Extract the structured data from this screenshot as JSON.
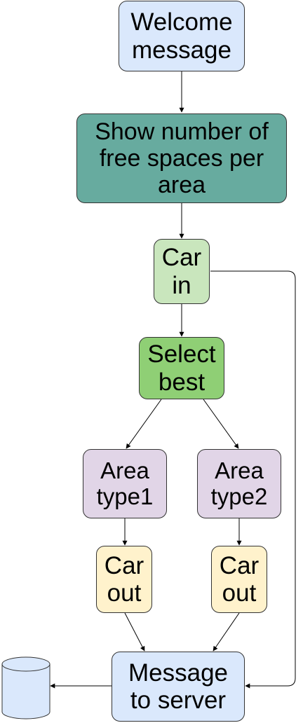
{
  "colors": {
    "blue_box": "#dae8fc",
    "teal_box": "#67ab9f",
    "light_green_box": "#d5e8d4",
    "green_box": "#97d077",
    "purple_box": "#e1d5e7",
    "yellow_box": "#fff2cc",
    "database": "#dae8fc",
    "stroke": "#333333",
    "edge": "#000000"
  },
  "nodes": {
    "welcome": {
      "text": "Welcome\nmessage",
      "color": "#dae8fc"
    },
    "free_spaces": {
      "text": "Show number of\nfree spaces per\narea",
      "color": "#67ab9f"
    },
    "car_in": {
      "text": "Car\nin",
      "color": "#c9e6bd"
    },
    "select_best": {
      "text": "Select\nbest",
      "color": "#8fcf75"
    },
    "area_type1": {
      "text": "Area\ntype1",
      "color": "#e1d5e7"
    },
    "area_type2": {
      "text": "Area\ntype2",
      "color": "#e1d5e7"
    },
    "car_out_1": {
      "text": "Car\nout",
      "color": "#fff2cc"
    },
    "car_out_2": {
      "text": "Car\nout",
      "color": "#fff2cc"
    },
    "message_server": {
      "text": "Message\nto server",
      "color": "#dae8fc"
    }
  },
  "database": {
    "color": "#dae8fc"
  }
}
